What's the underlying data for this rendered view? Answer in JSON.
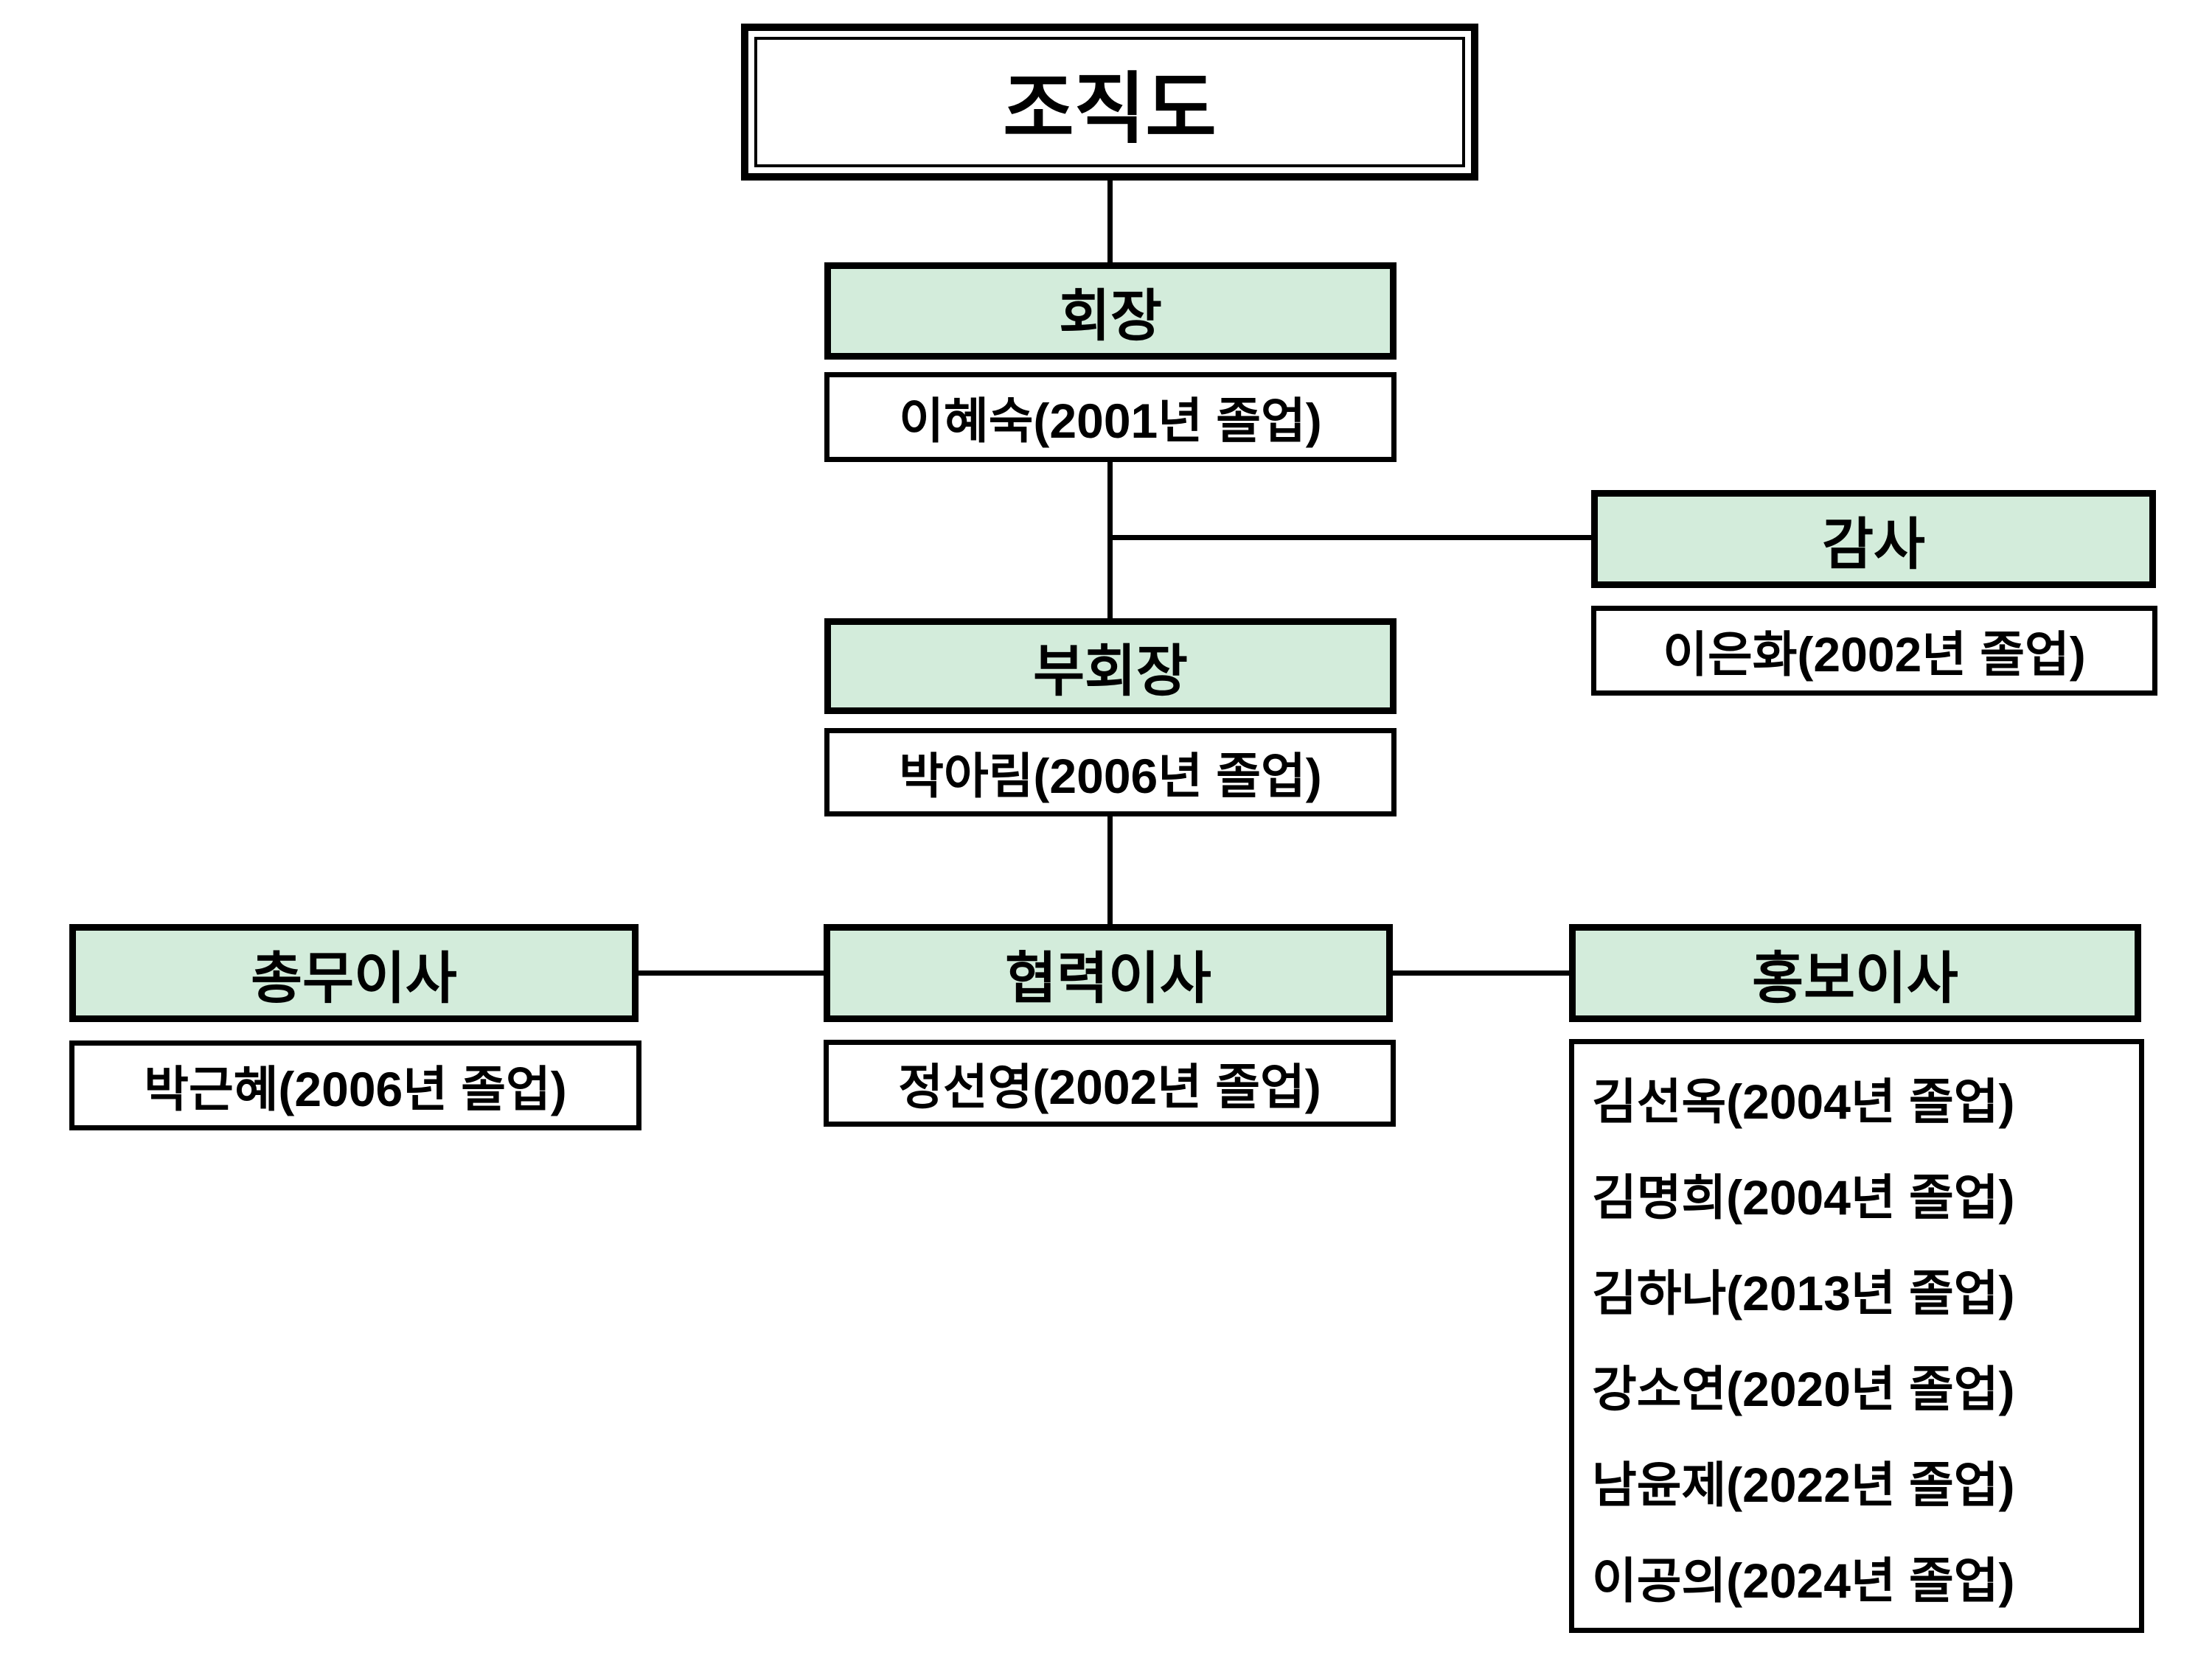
{
  "title": "조직도",
  "nodes": {
    "chairman": {
      "label": "회장",
      "member": "이혜숙(2001년 졸업)"
    },
    "auditor": {
      "label": "감사",
      "member": "이은화(2002년 졸업)"
    },
    "vice_chairman": {
      "label": "부회장",
      "member": "박아림(2006년 졸업)"
    },
    "general_affairs": {
      "label": "총무이사",
      "member": "박근혜(2006년 졸업)"
    },
    "cooperation": {
      "label": "협력이사",
      "member": "정선영(2002년 졸업)"
    },
    "public_relations": {
      "label": "홍보이사",
      "members": [
        "김선옥(2004년 졸업)",
        "김명희(2004년 졸업)",
        "김하나(2013년 졸업)",
        "강소연(2020년 졸업)",
        "남윤제(2022년 졸업)",
        "이공의(2024년 졸업)"
      ]
    }
  },
  "colors": {
    "header_fill": "#d3ecdb",
    "border": "#000000",
    "background": "#ffffff",
    "text": "#000000"
  }
}
